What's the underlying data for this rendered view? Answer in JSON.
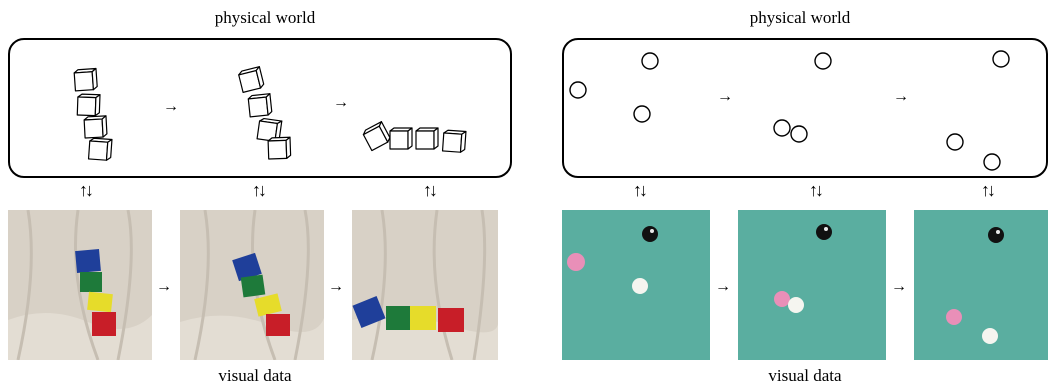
{
  "left": {
    "title": "physical world",
    "caption": "visual data",
    "arrow": "→",
    "link": "↑↓",
    "colors": {
      "backdrop": "#d8d1c6",
      "blue": "#1f3f9a",
      "green": "#1e7a3a",
      "yellow": "#e6dc2a",
      "red": "#c81e28"
    }
  },
  "right": {
    "title": "physical world",
    "caption": "visual data",
    "arrow": "→",
    "link": "↑↓",
    "colors": {
      "table": "#5aaea0",
      "pink": "#e98fb8",
      "white": "#f5f5f0",
      "black": "#111111"
    }
  }
}
